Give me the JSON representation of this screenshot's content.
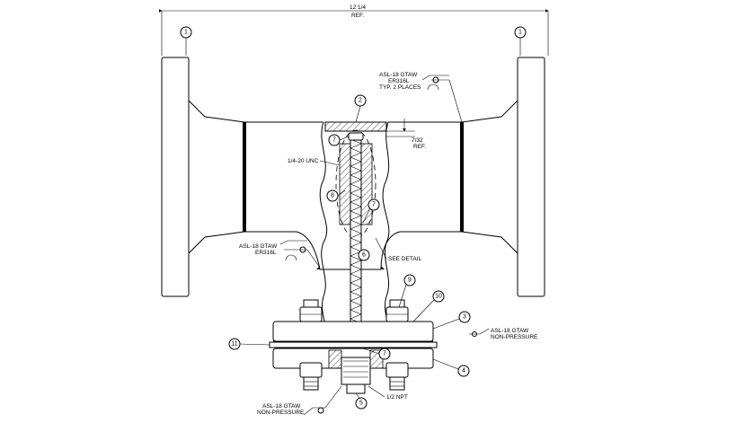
{
  "dimension": {
    "value": "12 1/4",
    "ref": "REF."
  },
  "offset_dim": {
    "value": "7/32",
    "ref": "REF."
  },
  "notes": {
    "weld_top_right": [
      "ASL-18 GTAW",
      "ER316L",
      "TYP. 2 PLACES"
    ],
    "weld_left": [
      "ASL-18 GTAW",
      "ER316L"
    ],
    "thread": "1/4-20 UNC",
    "see_detail": "SEE DETAIL",
    "weld_right_flange": [
      "ASL-18 GTAW",
      "NON-PRESSURE"
    ],
    "weld_bottom": [
      "ASL-18 GTAW",
      "NON-PRESSURE"
    ],
    "npt": "1/2 NPT"
  },
  "balloons": {
    "b1": "1",
    "b2": "2",
    "b3": "3",
    "b4": "4",
    "b5": "5",
    "b6": "6",
    "b7": "7",
    "b8": "8",
    "b9": "9",
    "b10": "10",
    "b11": "11"
  }
}
